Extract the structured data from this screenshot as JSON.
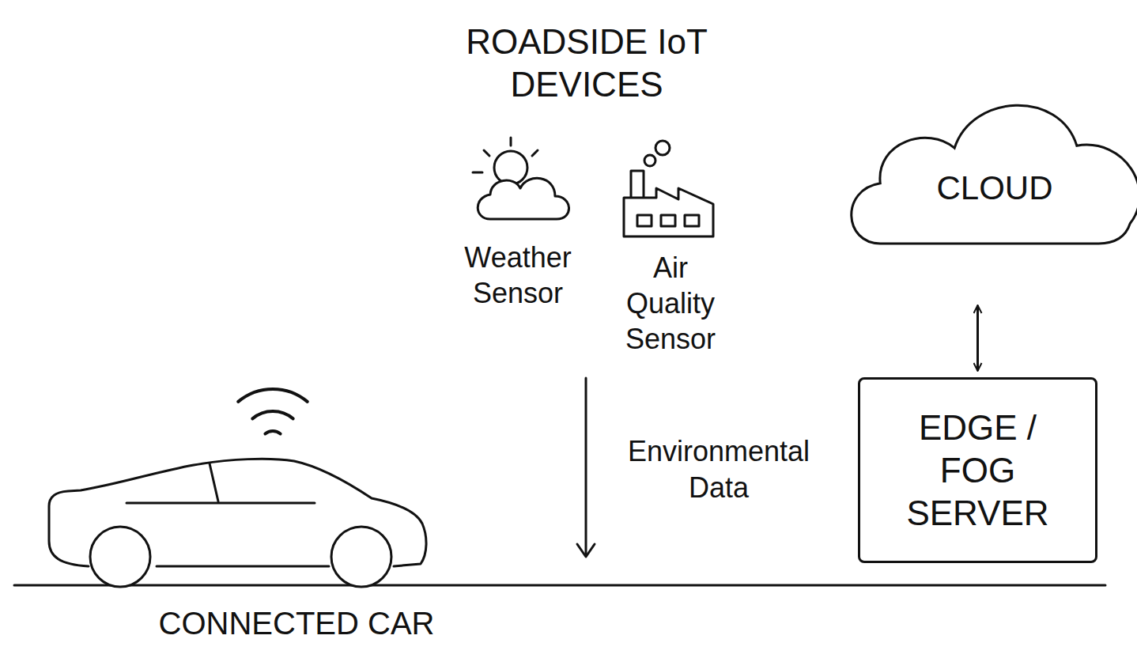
{
  "diagram": {
    "nodes": [
      {
        "text": [
          "CLOUD"
        ]
      },
      {
        "text": [
          "EDGE / FOG SERVER"
        ]
      }
    ],
    "edges": [
      {
        "from": 0,
        "to": 1,
        "arrow": "both"
      }
    ],
    "labels": [
      "ROADSIDE IoT DEVICES",
      "Weather Sensor",
      "Air Quality Sensor",
      "Environmental Data",
      "CONNECTED CAR"
    ]
  }
}
